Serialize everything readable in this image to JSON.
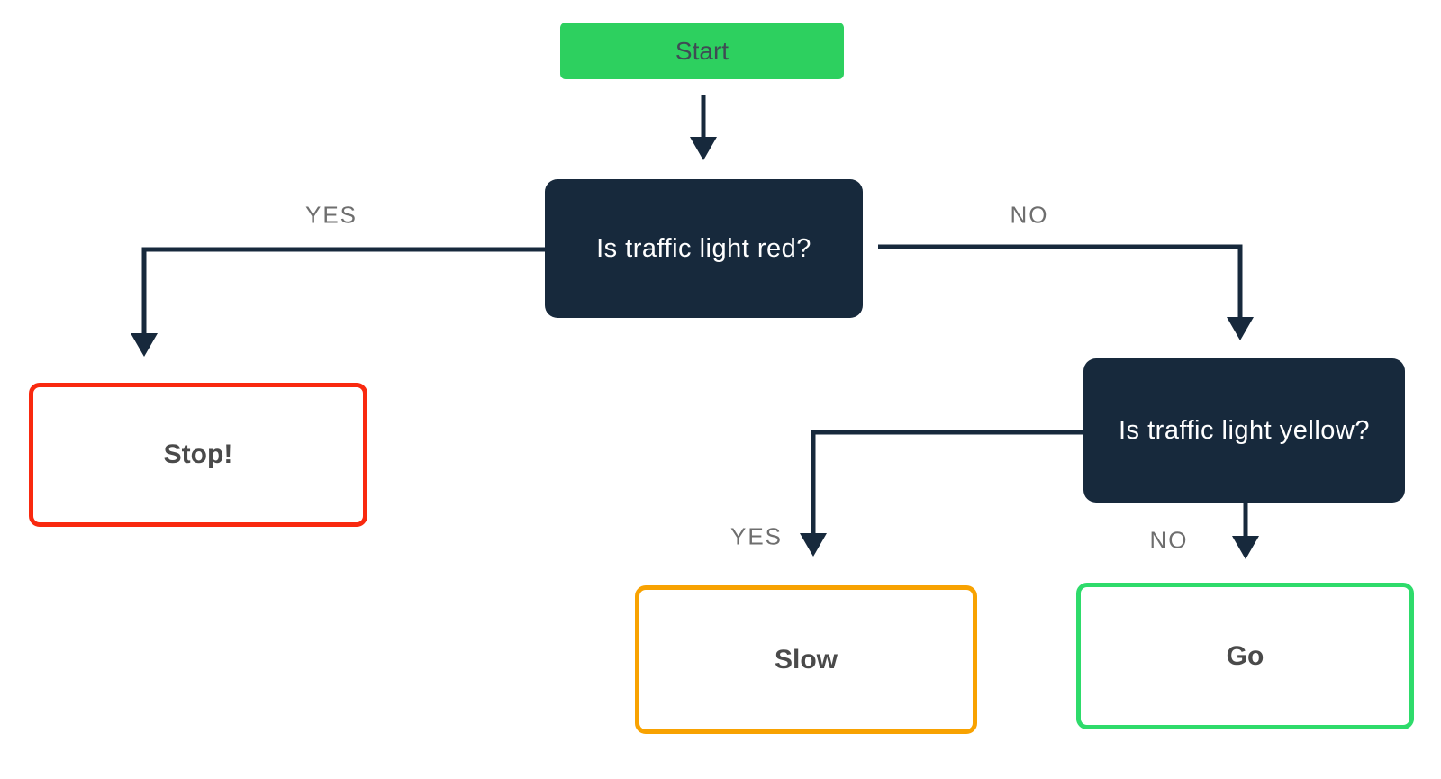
{
  "diagram": {
    "type": "flowchart",
    "background": "#FFFFFF",
    "connector_color": "#17293C",
    "edge_label_color": "#6E6E6E"
  },
  "nodes": {
    "start": {
      "label": "Start",
      "shape": "process",
      "fill": "#2DD05F",
      "text_color": "#3F4B54"
    },
    "red_question": {
      "label": "Is traffic light red?",
      "shape": "decision",
      "fill": "#17293C",
      "text_color": "#FFFFFF"
    },
    "stop": {
      "label": "Stop!",
      "shape": "result",
      "border_color": "#F9290F",
      "fill": "#FFFFFF",
      "text_color": "#4A4A4A"
    },
    "yellow_question": {
      "label": "Is traffic light yellow?",
      "shape": "decision",
      "fill": "#17293C",
      "text_color": "#FFFFFF"
    },
    "slow": {
      "label": "Slow",
      "shape": "result",
      "border_color": "#F8A201",
      "fill": "#FFFFFF",
      "text_color": "#4A4A4A"
    },
    "go": {
      "label": "Go",
      "shape": "result",
      "border_color": "#2EDB6B",
      "fill": "#FFFFFF",
      "text_color": "#4A4A4A"
    }
  },
  "edges": {
    "start_to_red": {
      "from": "start",
      "to": "red_question",
      "label": ""
    },
    "red_to_stop": {
      "from": "red_question",
      "to": "stop",
      "label": "YES"
    },
    "red_to_yellow": {
      "from": "red_question",
      "to": "yellow_question",
      "label": "NO"
    },
    "yellow_to_slow": {
      "from": "yellow_question",
      "to": "slow",
      "label": "YES"
    },
    "yellow_to_go": {
      "from": "yellow_question",
      "to": "go",
      "label": "NO"
    }
  }
}
